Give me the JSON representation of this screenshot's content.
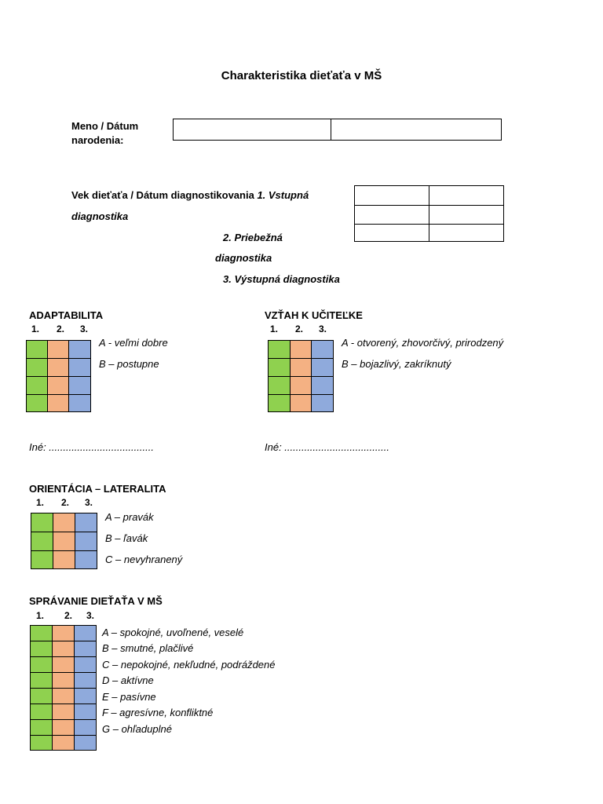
{
  "title": "Charakteristika dieťaťa v MŠ",
  "name_label_line1": "Meno / Dátum",
  "name_label_line2": "narodenia:",
  "age_label": "Vek dieťaťa / Dátum diagnostikovania",
  "diag1_a": "1. Vstupná",
  "diag1_b": "diagnostika",
  "diag2_a": "2. Priebežná",
  "diag2_b": "diagnostika",
  "diag3": "3. Výstupná diagnostika",
  "column_numbers": [
    "1.",
    "2.",
    "3."
  ],
  "sections": {
    "adaptabilita": {
      "title": "ADAPTABILITA",
      "options": [
        "A - veľmi dobre",
        "B – postupne"
      ],
      "other": "Iné: ....................................."
    },
    "vztah": {
      "title": "VZŤAH K UČITEĽKE",
      "options": [
        "A - otvorený, zhovorčivý, prirodzený",
        "B – bojazlivý, zakríknutý"
      ],
      "other": "Iné: ....................................."
    },
    "orientacia": {
      "title": "ORIENTÁCIA – LATERALITA",
      "options": [
        "A – pravák",
        "B – ľavák",
        "C – nevyhranený"
      ]
    },
    "spravanie": {
      "title": "SPRÁVANIE DIEŤAŤA V MŠ",
      "options": [
        "A – spokojné, uvoľnené, veselé",
        "B – smutné, plačlivé",
        "C – nepokojné, nekľudné, podráždené",
        "D – aktívne",
        "E – pasívne",
        "F – agresívne, konfliktné",
        "G – ohľaduplné"
      ]
    }
  },
  "colors": {
    "col1": "#8fd14f",
    "col2": "#f4b183",
    "col3": "#8faadc"
  }
}
